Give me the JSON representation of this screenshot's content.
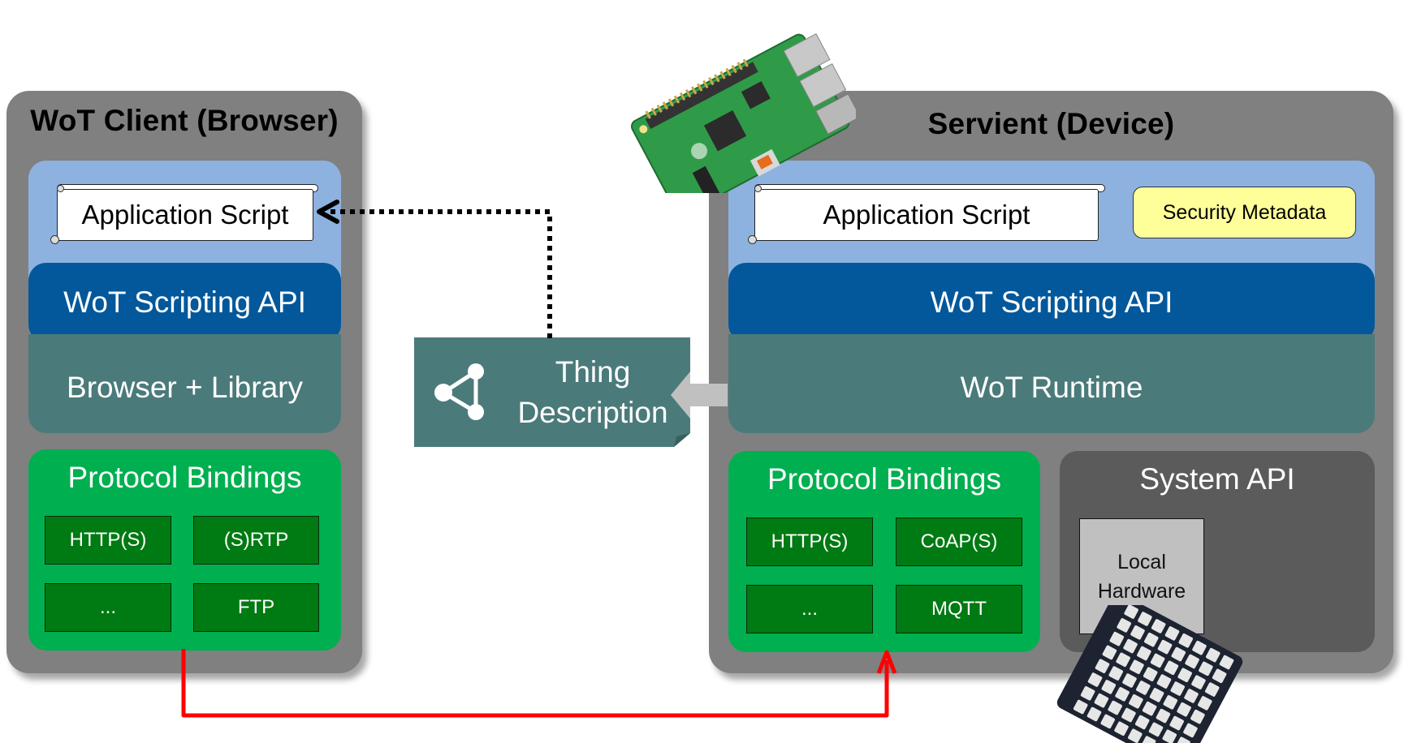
{
  "client": {
    "title": "WoT Client (Browser)",
    "application_script": "Application Script",
    "scripting_api": "WoT Scripting API",
    "runtime": "Browser + Library",
    "protocol_bindings": {
      "title": "Protocol Bindings",
      "items": [
        "HTTP(S)",
        "(S)RTP",
        "...",
        "FTP"
      ]
    }
  },
  "thing_description": {
    "line1": "Thing",
    "line2": "Description",
    "icon": "share-graph-icon"
  },
  "servient": {
    "title": "Servient (Device)",
    "application_script": "Application Script",
    "security_metadata": "Security Metadata",
    "scripting_api": "WoT Scripting API",
    "runtime": "WoT Runtime",
    "protocol_bindings": {
      "title": "Protocol Bindings",
      "items": [
        "HTTP(S)",
        "CoAP(S)",
        "...",
        "MQTT"
      ]
    },
    "system_api": {
      "title": "System API",
      "local_hardware_line1": "Local",
      "local_hardware_line2": "Hardware"
    }
  },
  "images": {
    "device_board": "raspberry-pi-board",
    "led_matrix": "unicorn-hat-led-matrix"
  },
  "colors": {
    "panel": "#808080",
    "script_layer": "#8eb2e0",
    "scripting_api": "#03589b",
    "runtime": "#4b7a7a",
    "protocol_bindings": "#00af50",
    "protocol_box": "#007a12",
    "system_api": "#5b5b5b",
    "security_metadata": "#ffff99",
    "network_arrow": "#ff0000",
    "td_arrow": "#c0c0c0"
  }
}
